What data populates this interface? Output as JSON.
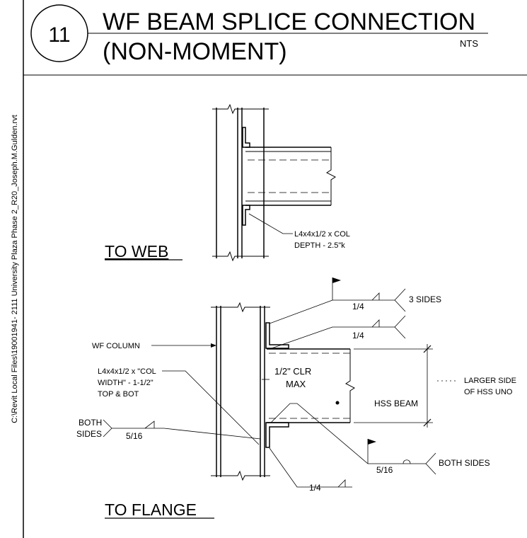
{
  "file_path": "C:\\Revit Local Files\\19001941- 2111 University Plaza Phase 2_R20_Joseph.M.Gulden.rvt",
  "detail": {
    "number": "11",
    "title_line1": "WF BEAM SPLICE CONNECTION",
    "title_line2": "(NON-MOMENT)",
    "scale": "NTS"
  },
  "to_web": {
    "heading": "TO WEB",
    "angle_note_line1": "L4x4x1/2 x COL",
    "angle_note_line2": "DEPTH - 2.5\"k"
  },
  "to_flange": {
    "heading": "TO FLANGE",
    "weld_top_1": "1/4",
    "weld_top_note": "3 SIDES",
    "weld_top_2": "1/4",
    "wf_column": "WF COLUMN",
    "angle_note_line1": "L4x4x1/2 x \"COL",
    "angle_note_line2": "WIDTH\" - 1-1/2\"",
    "angle_note_line3": "TOP & BOT",
    "clr_line1": "1/2\" CLR",
    "clr_line2": "MAX",
    "larger_side_line1": "LARGER SIDE",
    "larger_side_line2": "OF HSS UNO",
    "hss_beam": "HSS BEAM",
    "both_sides_left_line1": "BOTH",
    "both_sides_left_line2": "SIDES",
    "weld_left": "5/16",
    "weld_right": "5/16",
    "both_sides_right": "BOTH SIDES",
    "weld_bottom": "1/4"
  }
}
